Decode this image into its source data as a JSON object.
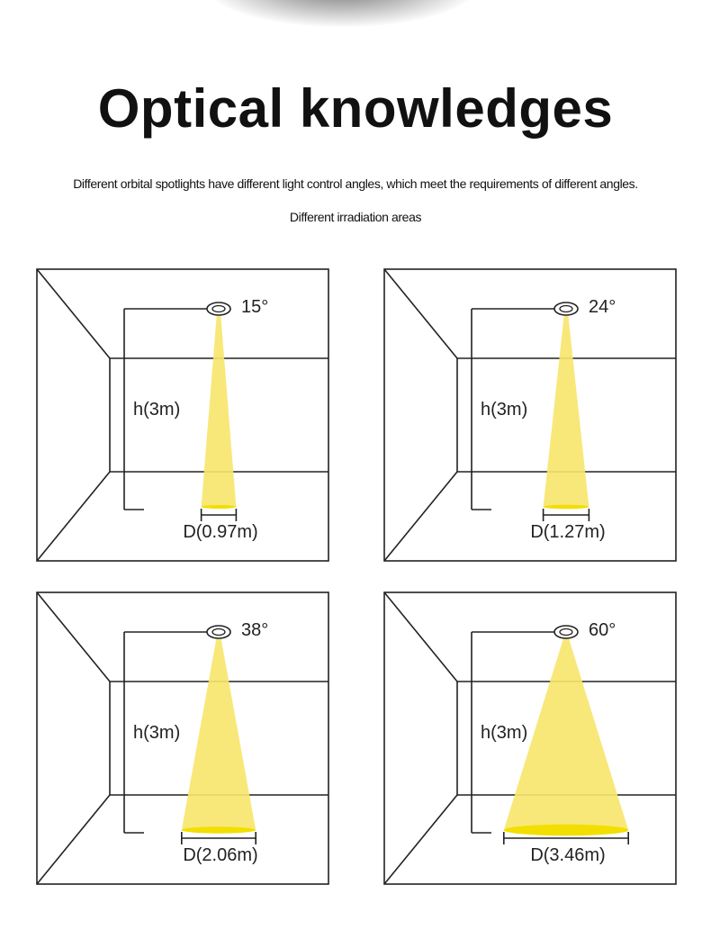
{
  "header": {
    "title": "Optical knowledges",
    "subtitle": "Different orbital spotlights have different light control angles, which meet the requirements of different angles.",
    "subtitle2": "Different irradiation areas"
  },
  "colors": {
    "beam": "#f7e56a",
    "spot": "#f2de00",
    "line": "#222222"
  },
  "panels": [
    {
      "angle": "15°",
      "height": "h(3m)",
      "diameter": "D(0.97m)",
      "beam_angle_deg": 15,
      "diameter_m": 0.97
    },
    {
      "angle": "24°",
      "height": "h(3m)",
      "diameter": "D(1.27m)",
      "beam_angle_deg": 24,
      "diameter_m": 1.27
    },
    {
      "angle": "38°",
      "height": "h(3m)",
      "diameter": "D(2.06m)",
      "beam_angle_deg": 38,
      "diameter_m": 2.06
    },
    {
      "angle": "60°",
      "height": "h(3m)",
      "diameter": "D(3.46m)",
      "beam_angle_deg": 60,
      "diameter_m": 3.46
    }
  ]
}
